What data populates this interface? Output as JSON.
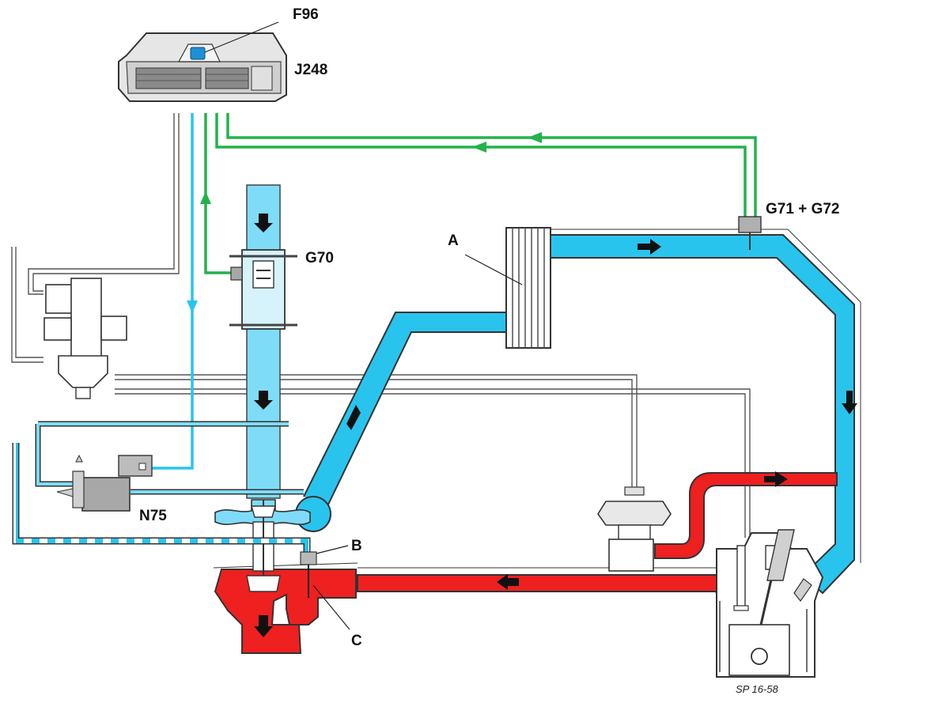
{
  "diagram": {
    "labels": {
      "f96": "F96",
      "j248": "J248",
      "g70": "G70",
      "g71_g72": "G71 + G72",
      "a": "A",
      "b": "B",
      "c": "C",
      "n75": "N75"
    },
    "reference": "SP 16-58",
    "colors": {
      "intake_air": "#29c4ee",
      "exhaust_gas": "#ee2020",
      "sensor_signal": "#22b24c",
      "control_signal": "#29c4ee",
      "vacuum_line": "#29c4ee",
      "component_grey": "#a8a8a8",
      "outline": "#333333"
    }
  }
}
